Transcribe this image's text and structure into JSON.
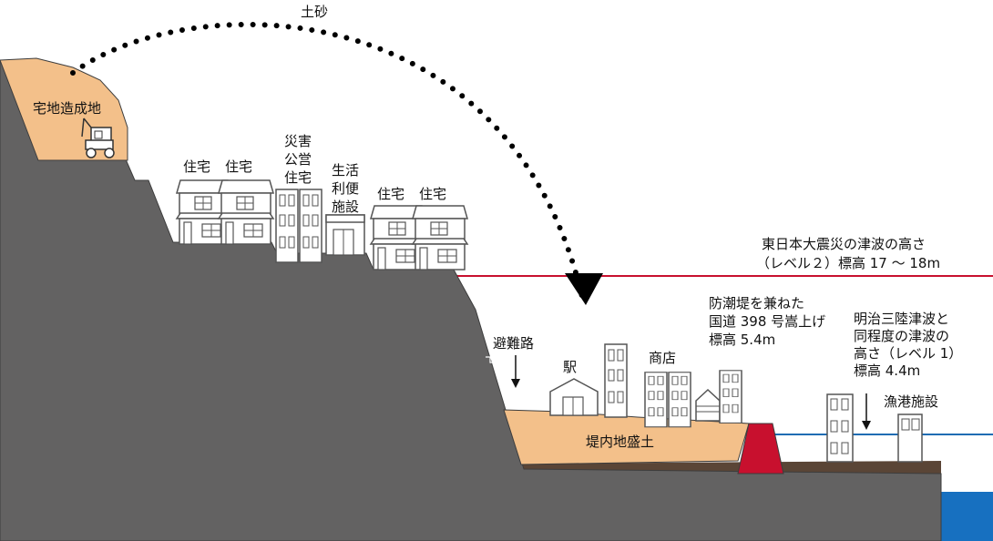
{
  "labels": {
    "soil": "土砂",
    "housing_land": "宅地造成地",
    "house_1": "住宅",
    "house_2": "住宅",
    "public_housing": [
      "災害",
      "公営",
      "住宅"
    ],
    "life_facility": [
      "生活",
      "利便",
      "施設"
    ],
    "house_3": "住宅",
    "house_4": "住宅",
    "tsunami_l2": [
      "東日本大震災の津波の高さ",
      "（レベル２）標高 17 ～ 18m"
    ],
    "seawall": [
      "防潮堤を兼ねた",
      "国道 398 号嵩上げ",
      "標高 5.4m"
    ],
    "tsunami_l1": [
      "明治三陸津波と",
      "同程度の津波の",
      "高さ（レベル 1）",
      "標高 4.4m"
    ],
    "evac_route": "避難路",
    "station": "駅",
    "shops": "商店",
    "fishing_port": "漁港施設",
    "fill_land": "堤内地盛土"
  },
  "colors": {
    "terrain": "#636262",
    "soil": "#f3c08a",
    "brown_layer": "#5a4536",
    "seawall": "#c8102e",
    "l2_line": "#c8102e",
    "l1_line": "#1f6cb3",
    "sea": "#1770c0",
    "building_stroke": "#555555"
  }
}
